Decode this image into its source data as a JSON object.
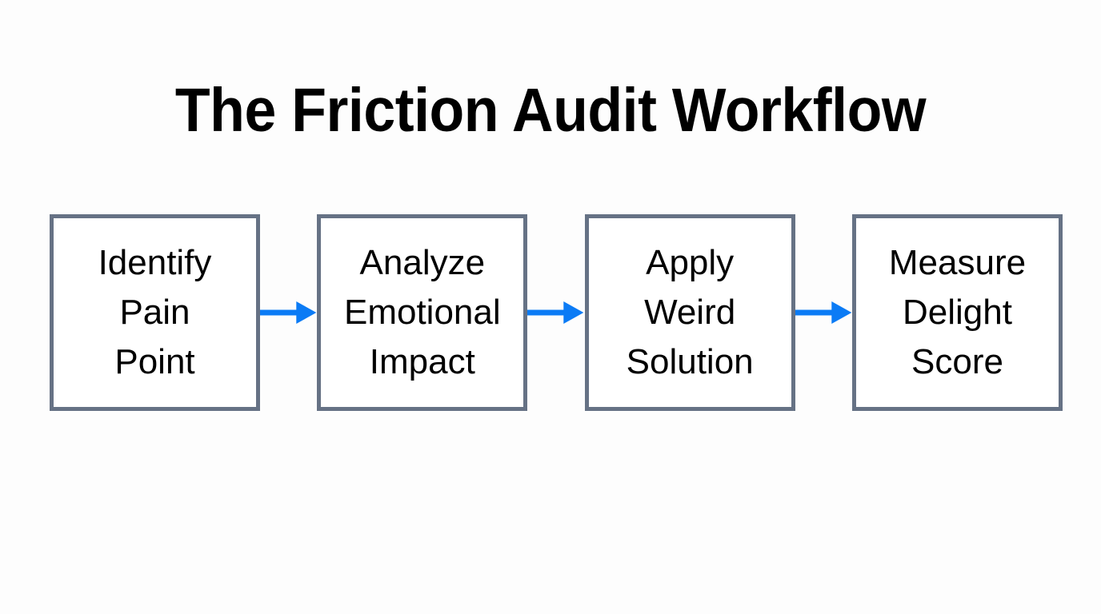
{
  "slide": {
    "background_color": "#fdfdfd",
    "title": "The Friction Audit Workflow"
  },
  "diagram": {
    "type": "horizontal-flowchart",
    "box_border_color": "#667285",
    "box_fill_color": "#ffffff",
    "arrow_color": "#0b7bf5",
    "text_color": "#000000",
    "steps": [
      {
        "index": 1,
        "name": "identify-pain-point",
        "lines": [
          "Identify",
          "Pain",
          "Point"
        ]
      },
      {
        "index": 2,
        "name": "analyze-emotional-impact",
        "lines": [
          "Analyze",
          "Emotional",
          "Impact"
        ]
      },
      {
        "index": 3,
        "name": "apply-weird-solution",
        "lines": [
          "Apply",
          "Weird",
          "Solution"
        ]
      },
      {
        "index": 4,
        "name": "measure-delight-score",
        "lines": [
          "Measure",
          "Delight",
          "Score"
        ]
      }
    ],
    "connectors": [
      {
        "from": 1,
        "to": 2,
        "icon": "arrow-right-icon"
      },
      {
        "from": 2,
        "to": 3,
        "icon": "arrow-right-icon"
      },
      {
        "from": 3,
        "to": 4,
        "icon": "arrow-right-icon"
      }
    ]
  }
}
